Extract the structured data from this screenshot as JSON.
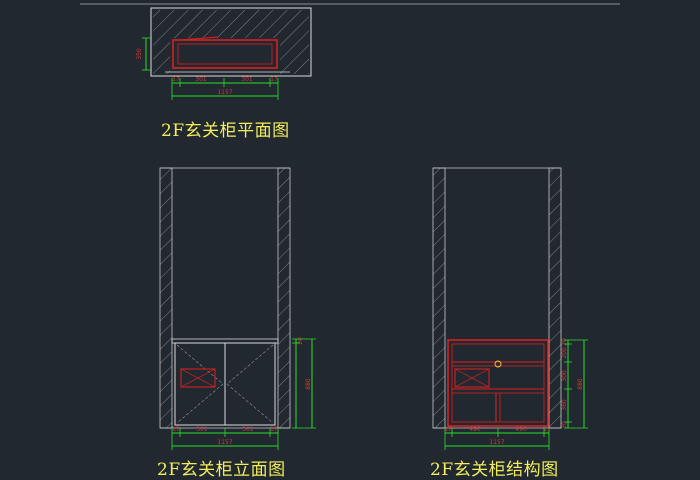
{
  "colors": {
    "background": "#212830",
    "wall": "#c8c8c8",
    "cabinet_structure": "#e02020",
    "dimension": "#28e028",
    "dimension_text": "#d63a3a",
    "title_text": "#f2ee5a"
  },
  "views": {
    "plan": {
      "title": "2F玄关柜平面图",
      "dims_bottom": [
        "17",
        "301",
        "",
        "301",
        "17"
      ],
      "dim_total": "1157",
      "dim_left": "350"
    },
    "elevation": {
      "title": "2F玄关柜立面图",
      "dims_bottom": [
        "17",
        "301",
        "",
        "301",
        "17"
      ],
      "dim_total": "1157",
      "dim_right": [
        "20",
        "880"
      ]
    },
    "structure": {
      "title": "2F玄关柜结构图",
      "dims_bottom": [
        "17",
        "490",
        "",
        "490",
        "17"
      ],
      "dim_total": "1157",
      "dim_right": [
        "20",
        "200",
        "300",
        "360",
        "20"
      ],
      "dim_right_total": "880"
    }
  }
}
